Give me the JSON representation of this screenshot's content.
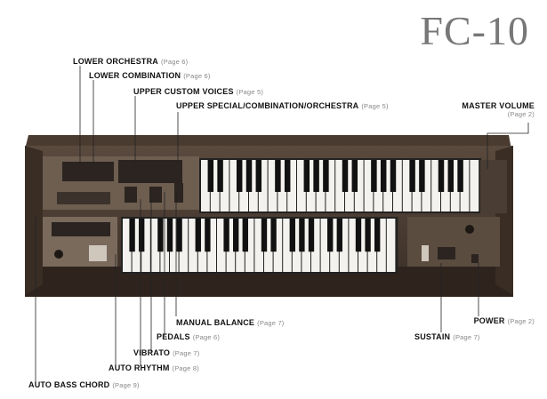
{
  "title": "FC-10",
  "callouts": {
    "lower_orchestra": {
      "label": "LOWER ORCHESTRA",
      "page": "(Page 6)"
    },
    "lower_combination": {
      "label": "LOWER COMBINATION",
      "page": "(Page 6)"
    },
    "upper_custom_voices": {
      "label": "UPPER CUSTOM VOICES",
      "page": "(Page 5)"
    },
    "upper_special": {
      "label": "UPPER SPECIAL/COMBINATION/ORCHESTRA",
      "page": "(Page 5)"
    },
    "master_volume": {
      "label": "MASTER VOLUME",
      "page": "(Page 2)"
    },
    "manual_balance": {
      "label": "MANUAL BALANCE",
      "page": "(Page 7)"
    },
    "pedals": {
      "label": "PEDALS",
      "page": "(Page 6)"
    },
    "vibrato": {
      "label": "VIBRATO",
      "page": "(Page 7)"
    },
    "auto_rhythm": {
      "label": "AUTO RHYTHM",
      "page": "(Page 8)"
    },
    "auto_bass_chord": {
      "label": "AUTO BASS CHORD",
      "page": "(Page 9)"
    },
    "power": {
      "label": "POWER",
      "page": "(Page 2)"
    },
    "sustain": {
      "label": "SUSTAIN",
      "page": "(Page 7)"
    }
  }
}
